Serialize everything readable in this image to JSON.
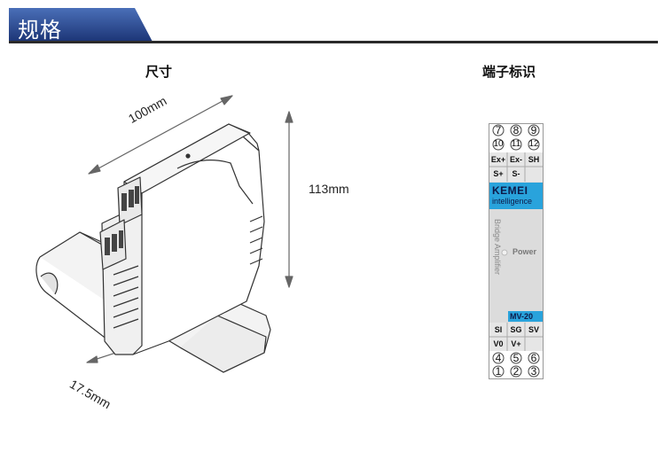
{
  "header": {
    "title": "规格"
  },
  "dimensions": {
    "title": "尺寸",
    "length_label": "100mm",
    "height_label": "113mm",
    "width_label": "17.5mm"
  },
  "terminals": {
    "title": "端子标识",
    "top_numbers_row1": [
      "7",
      "8",
      "9"
    ],
    "top_numbers_row2": [
      "10",
      "11",
      "12"
    ],
    "top_labels_row1": [
      "Ex+",
      "Ex-",
      "SH"
    ],
    "top_labels_row2": [
      "S+",
      "S-"
    ],
    "brand": "KEMEI",
    "brand_sub": "intelligence",
    "product_name": "Bridge Amplifier",
    "power_label": "Power",
    "model": "MV-20",
    "bottom_labels_row1": [
      "SI",
      "SG",
      "SV"
    ],
    "bottom_labels_row2": [
      "V0",
      "V+"
    ],
    "bottom_numbers_row1": [
      "4",
      "5",
      "6"
    ],
    "bottom_numbers_row2": [
      "1",
      "2",
      "3"
    ],
    "colors": {
      "brand_blue": "#29a3dc",
      "panel_gray": "#dcdcdc",
      "header_blue": "#1f3f8a"
    }
  }
}
